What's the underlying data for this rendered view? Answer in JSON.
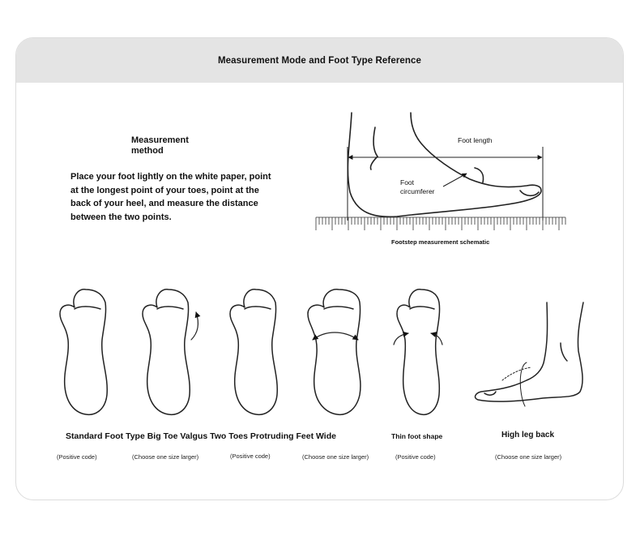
{
  "header": {
    "title": "Measurement Mode and Foot Type Reference"
  },
  "method": {
    "title": "Measurement method",
    "text": "Place your foot lightly on the white paper, point at the longest point of your toes, point at the back of your heel, and measure the distance between the two points."
  },
  "schematic": {
    "foot_length_label": "Foot length",
    "foot_circumference_label_line1": "Foot",
    "foot_circumference_label_line2": "circumferer",
    "caption": "Footstep measurement schematic"
  },
  "foot_types": {
    "combined_label": "Standard Foot Type Big Toe Valgus Two Toes Protruding Feet Wide",
    "thin_label": "Thin foot shape",
    "high_label": "High leg back",
    "codes": [
      "(Positive code)",
      "(Choose one size larger)",
      "(Positive code)",
      "(Choose one size larger)",
      "(Positive code)",
      "(Choose one size larger)"
    ]
  }
}
